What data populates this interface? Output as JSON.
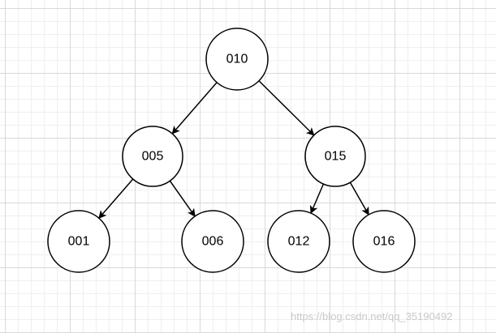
{
  "diagram": {
    "nodes": [
      {
        "id": "n010",
        "label": "010"
      },
      {
        "id": "n005",
        "label": "005"
      },
      {
        "id": "n015",
        "label": "015"
      },
      {
        "id": "n001",
        "label": "001"
      },
      {
        "id": "n006",
        "label": "006"
      },
      {
        "id": "n012",
        "label": "012"
      },
      {
        "id": "n016",
        "label": "016"
      }
    ],
    "edges": [
      {
        "from": "n010",
        "to": "n005"
      },
      {
        "from": "n010",
        "to": "n015"
      },
      {
        "from": "n005",
        "to": "n001"
      },
      {
        "from": "n005",
        "to": "n006"
      },
      {
        "from": "n015",
        "to": "n012"
      },
      {
        "from": "n015",
        "to": "n016"
      }
    ]
  },
  "watermark": "https://blog.csdn.net/qq_35190492",
  "colors": {
    "stroke": "#000000",
    "node_fill": "#ffffff",
    "grid": "#d9d9d9",
    "watermark": "#c8c8c8"
  }
}
